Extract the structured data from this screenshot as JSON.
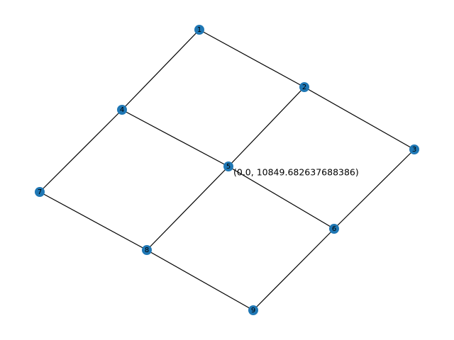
{
  "graph": {
    "nodes": [
      {
        "id": "1",
        "label": "1"
      },
      {
        "id": "2",
        "label": "2"
      },
      {
        "id": "3",
        "label": "3"
      },
      {
        "id": "4",
        "label": "4"
      },
      {
        "id": "5",
        "label": "5"
      },
      {
        "id": "6",
        "label": "6"
      },
      {
        "id": "7",
        "label": "7"
      },
      {
        "id": "8",
        "label": "8"
      },
      {
        "id": "9",
        "label": "9"
      }
    ],
    "edges": [
      [
        "1",
        "2"
      ],
      [
        "2",
        "3"
      ],
      [
        "1",
        "4"
      ],
      [
        "2",
        "5"
      ],
      [
        "3",
        "6"
      ],
      [
        "4",
        "5"
      ],
      [
        "5",
        "6"
      ],
      [
        "4",
        "7"
      ],
      [
        "5",
        "8"
      ],
      [
        "6",
        "9"
      ],
      [
        "7",
        "8"
      ],
      [
        "8",
        "9"
      ]
    ],
    "node_color": "#1f77b4",
    "edge_color": "#000000",
    "annotation": {
      "text": "(0.0, 10849.682637688386)",
      "attached_to": "5"
    }
  }
}
